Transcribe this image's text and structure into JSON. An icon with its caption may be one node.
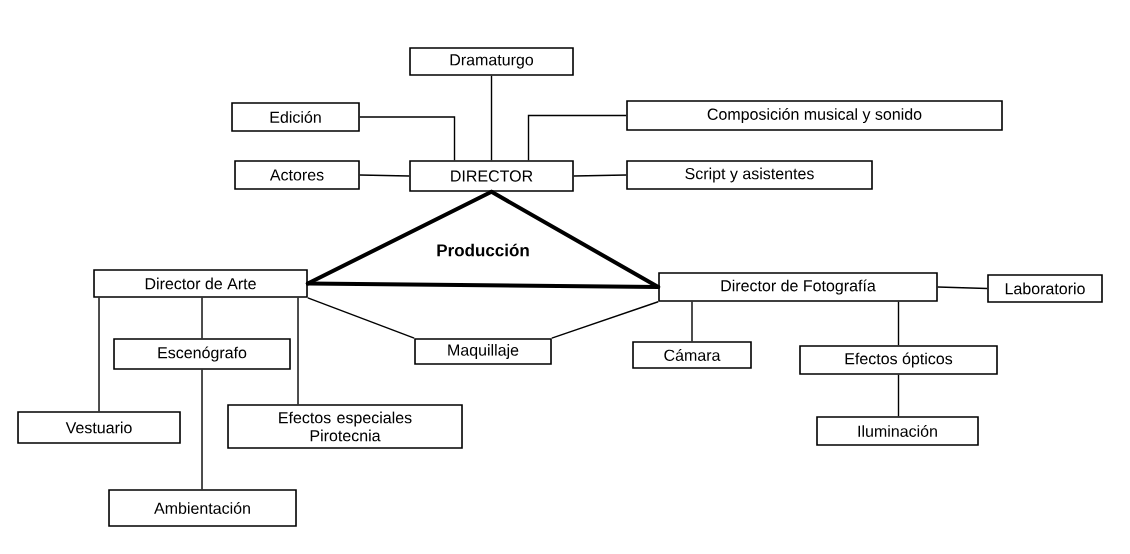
{
  "diagram": {
    "nodes": [
      {
        "text": [
          "Dramaturgo"
        ]
      },
      {
        "text": [
          "Edición"
        ]
      },
      {
        "text": [
          "Composición musical y sonido"
        ]
      },
      {
        "text": [
          "Actores"
        ]
      },
      {
        "text": [
          "DIRECTOR"
        ]
      },
      {
        "text": [
          "Script y asistentes"
        ]
      },
      {
        "text": [
          "Director de Arte"
        ]
      },
      {
        "text": [
          "Director de Fotografía"
        ]
      },
      {
        "text": [
          "Laboratorio"
        ]
      },
      {
        "text": [
          "Escenógrafo"
        ]
      },
      {
        "text": [
          "Maquillaje"
        ]
      },
      {
        "text": [
          "Cámara"
        ]
      },
      {
        "text": [
          "Efectos ópticos"
        ]
      },
      {
        "text": [
          "Vestuario"
        ]
      },
      {
        "text": [
          "Efectos especiales Pirotecnia"
        ]
      },
      {
        "text": [
          "Iluminación"
        ]
      },
      {
        "text": [
          "Ambientación"
        ]
      }
    ],
    "edges": [
      {
        "from": 0,
        "to": 4,
        "arrow": "none"
      },
      {
        "from": 1,
        "to": 4,
        "arrow": "none"
      },
      {
        "from": 2,
        "to": 4,
        "arrow": "none"
      },
      {
        "from": 3,
        "to": 4,
        "arrow": "none"
      },
      {
        "from": 4,
        "to": 5,
        "arrow": "none"
      },
      {
        "from": 4,
        "to": 6,
        "arrow": "none",
        "style": "thick"
      },
      {
        "from": 4,
        "to": 7,
        "arrow": "none",
        "style": "thick"
      },
      {
        "from": 6,
        "to": 7,
        "arrow": "none",
        "style": "thick"
      },
      {
        "from": 6,
        "to": 10,
        "arrow": "none"
      },
      {
        "from": 7,
        "to": 10,
        "arrow": "none"
      },
      {
        "from": 7,
        "to": 8,
        "arrow": "none"
      },
      {
        "from": 7,
        "to": 11,
        "arrow": "none"
      },
      {
        "from": 7,
        "to": 12,
        "arrow": "none"
      },
      {
        "from": 12,
        "to": 15,
        "arrow": "none"
      },
      {
        "from": 6,
        "to": 9,
        "arrow": "none"
      },
      {
        "from": 6,
        "to": 13,
        "arrow": "none"
      },
      {
        "from": 6,
        "to": 14,
        "arrow": "none"
      },
      {
        "from": 9,
        "to": 16,
        "arrow": "none"
      }
    ],
    "labels": [
      "Producción"
    ]
  }
}
